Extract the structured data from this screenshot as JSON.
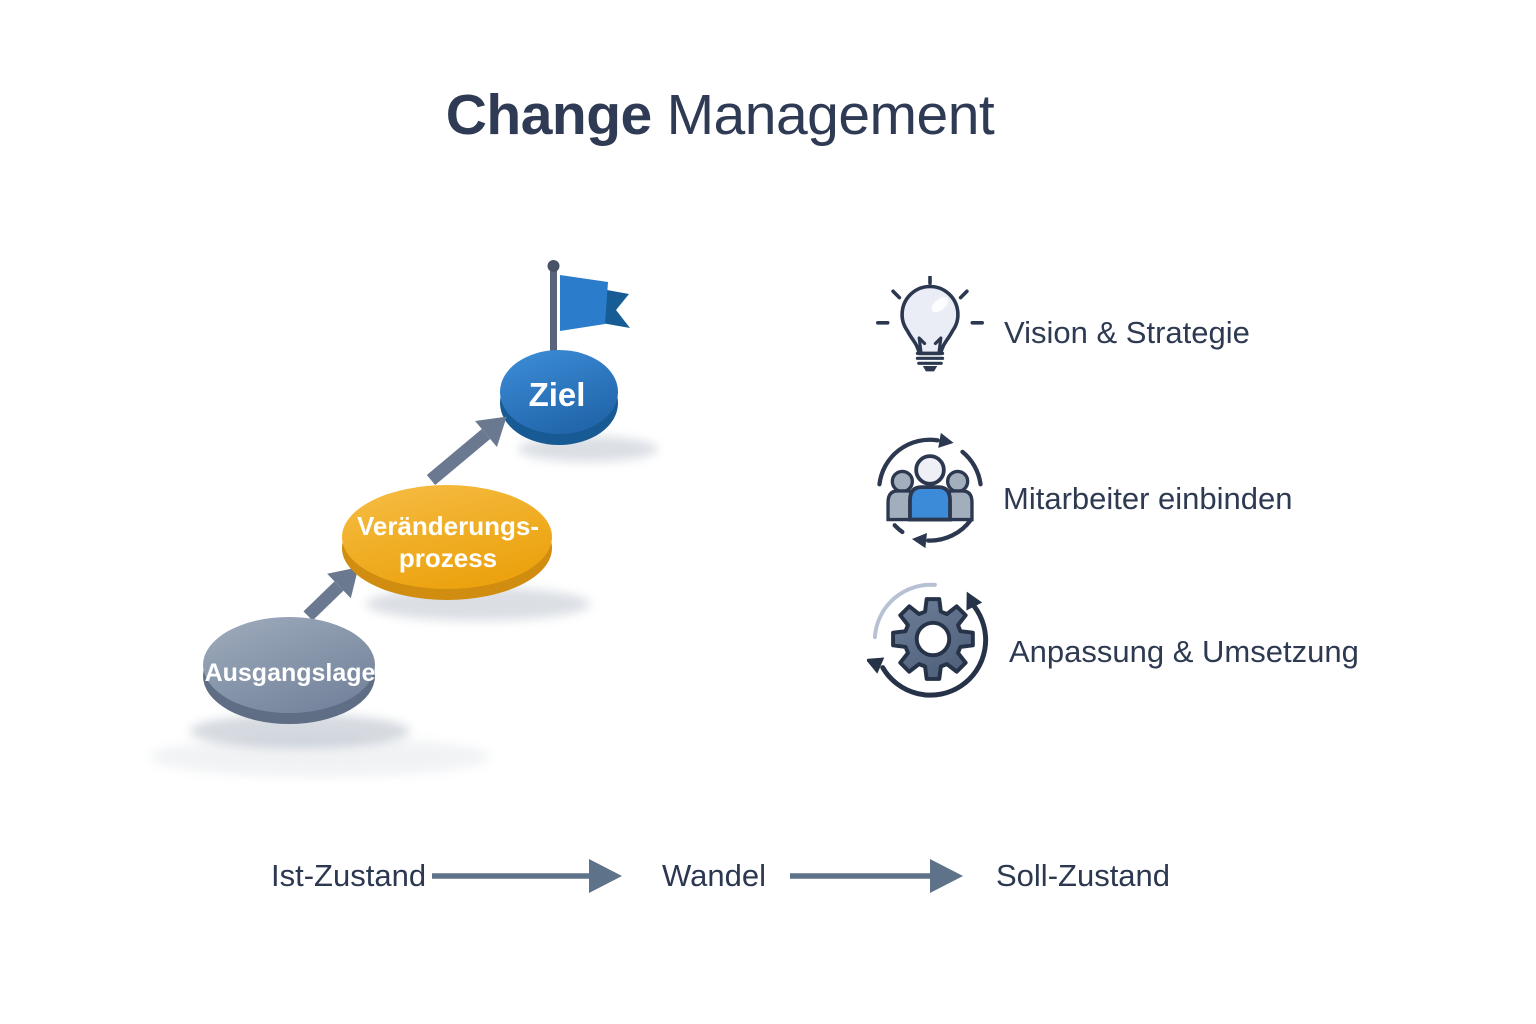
{
  "title": {
    "bold_part": "Change",
    "regular_part": "Management"
  },
  "process": {
    "steps": [
      {
        "name": "start",
        "label": "Ausgangslage",
        "color": "#8292a8"
      },
      {
        "name": "change",
        "label_line1": "Veränderungs-",
        "label_line2": "prozess",
        "color": "#f0a81f"
      },
      {
        "name": "goal",
        "label": "Ziel",
        "color": "#2d7cc6"
      }
    ]
  },
  "features": [
    {
      "icon": "lightbulb-idea-icon",
      "label": "Vision & Strategie"
    },
    {
      "icon": "team-cycle-icon",
      "label": "Mitarbeiter einbinden"
    },
    {
      "icon": "gear-cycle-icon",
      "label": "Anpassung & Umsetzung"
    }
  ],
  "timeline": {
    "start_label": "Ist-Zustand",
    "middle_label": "Wandel",
    "end_label": "Soll-Zustand"
  },
  "colors": {
    "heading_text": "#2f3b54",
    "label_text": "#2e3a52",
    "icon_outline": "#2c3850",
    "arrow_slate": "#6a7890",
    "timeline_arrow": "#5e7289",
    "step_start_gray": "#8292a8",
    "step_change_yellow": "#f0a81f",
    "step_goal_blue": "#2d7cc6",
    "flag_blue": "#2b7ccb",
    "team_accent_blue": "#3c8bd9"
  }
}
